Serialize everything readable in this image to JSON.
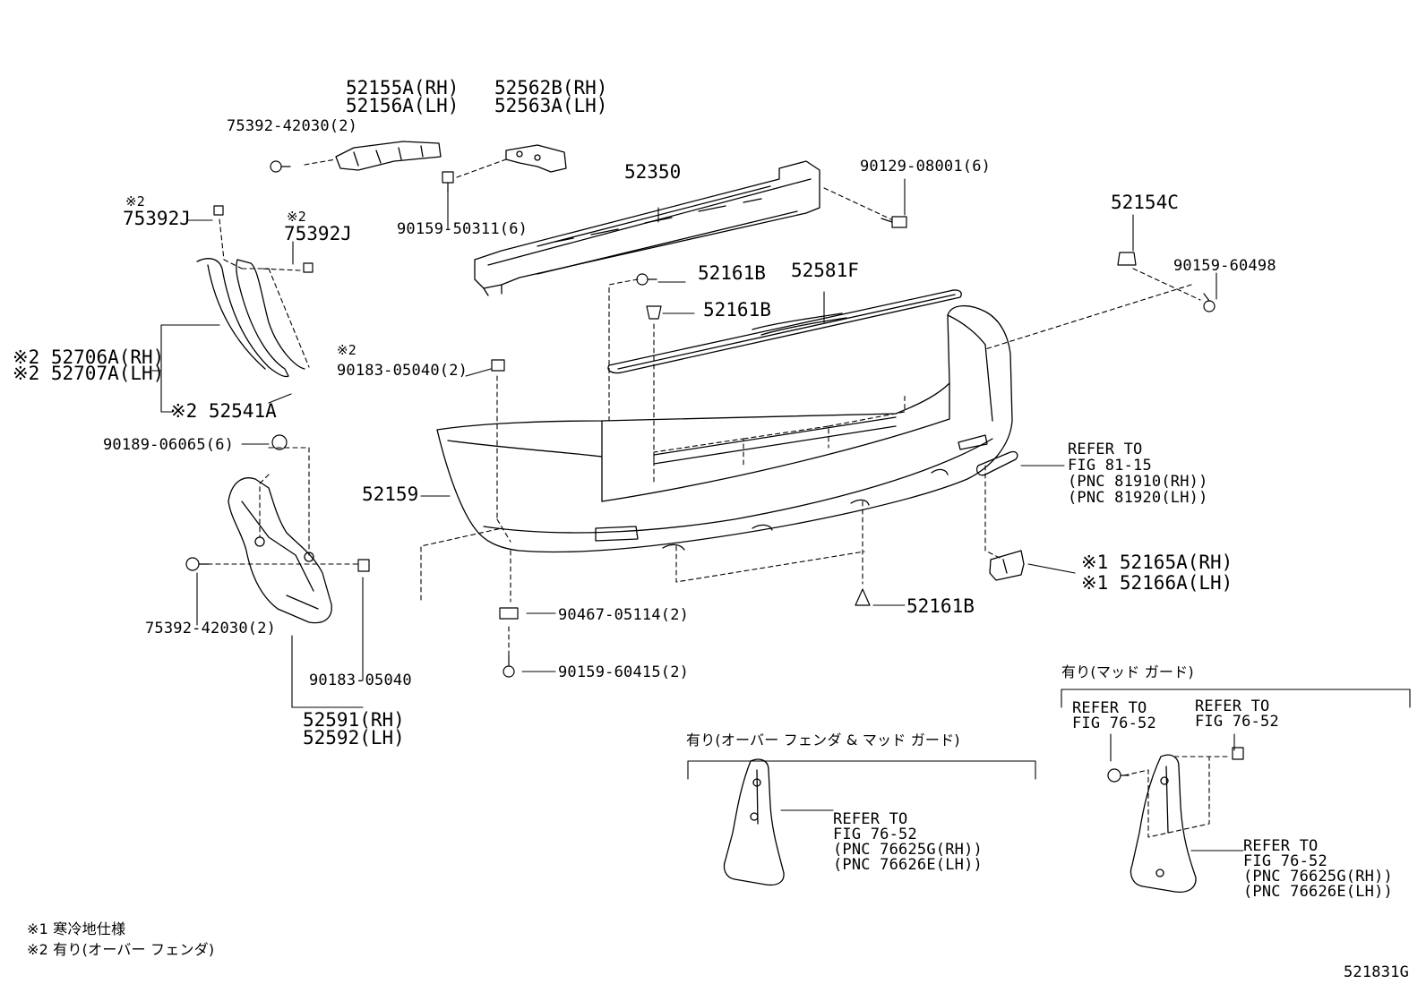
{
  "labels": {
    "p52155a": "52155A(RH)",
    "p52156a": "52156A(LH)",
    "p52562b": "52562B(RH)",
    "p52563a": "52563A(LH)",
    "p75392_42030_top": "75392-42030(2)",
    "p90159_50311": "90159-50311(6)",
    "p52350": "52350",
    "p90129_08001": "90129-08001(6)",
    "p52154c": "52154C",
    "p90159_60498": "90159-60498",
    "p75392j_a_mark": "※2",
    "p75392j_a": "75392J",
    "p75392j_b_mark": "※2",
    "p75392j_b": "75392J",
    "p52706a": "※2 52706A(RH)",
    "p52707a": "※2 52707A(LH)",
    "p52541a": "※2 52541A",
    "p90183_05040_mark": "※2",
    "p90183_05040_2": "90183-05040(2)",
    "p52161b_1": "52161B",
    "p52161b_2": "52161B",
    "p52161b_3": "52161B",
    "p52581f": "52581F",
    "p90189_06065": "90189-06065(6)",
    "p52159": "52159",
    "p75392_42030_bot": "75392-42030(2)",
    "p90183_05040": "90183-05040",
    "p52591": "52591(RH)",
    "p52592": "52592(LH)",
    "p90467_05114": "90467-05114(2)",
    "p90159_60415": "90159-60415(2)",
    "p52165a": "※1 52165A(RH)",
    "p52166a": "※1 52166A(LH)",
    "refer_81_15": [
      "REFER TO",
      "FIG 81-15",
      "(PNC 81910(RH))",
      "(PNC 81920(LH))"
    ],
    "group_mudguard": "有り(マッド ガード)",
    "refer_76_52_a": [
      "REFER TO",
      "FIG 76-52"
    ],
    "refer_76_52_b": [
      "REFER TO",
      "FIG 76-52"
    ],
    "group_fender_mudguard": "有り(オーバー フェンダ & マッド ガード)",
    "refer_76_52_c": [
      "REFER TO",
      "FIG 76-52",
      "(PNC 76625G(RH))",
      "(PNC 76626E(LH))"
    ],
    "refer_76_52_d": [
      "REFER TO",
      "FIG 76-52",
      "(PNC 76625G(RH))",
      "(PNC 76626E(LH))"
    ],
    "note1": "※1 寒冷地仕様",
    "note2": "※2 有り(オーバー フェンダ)",
    "figure_id": "521831G"
  }
}
